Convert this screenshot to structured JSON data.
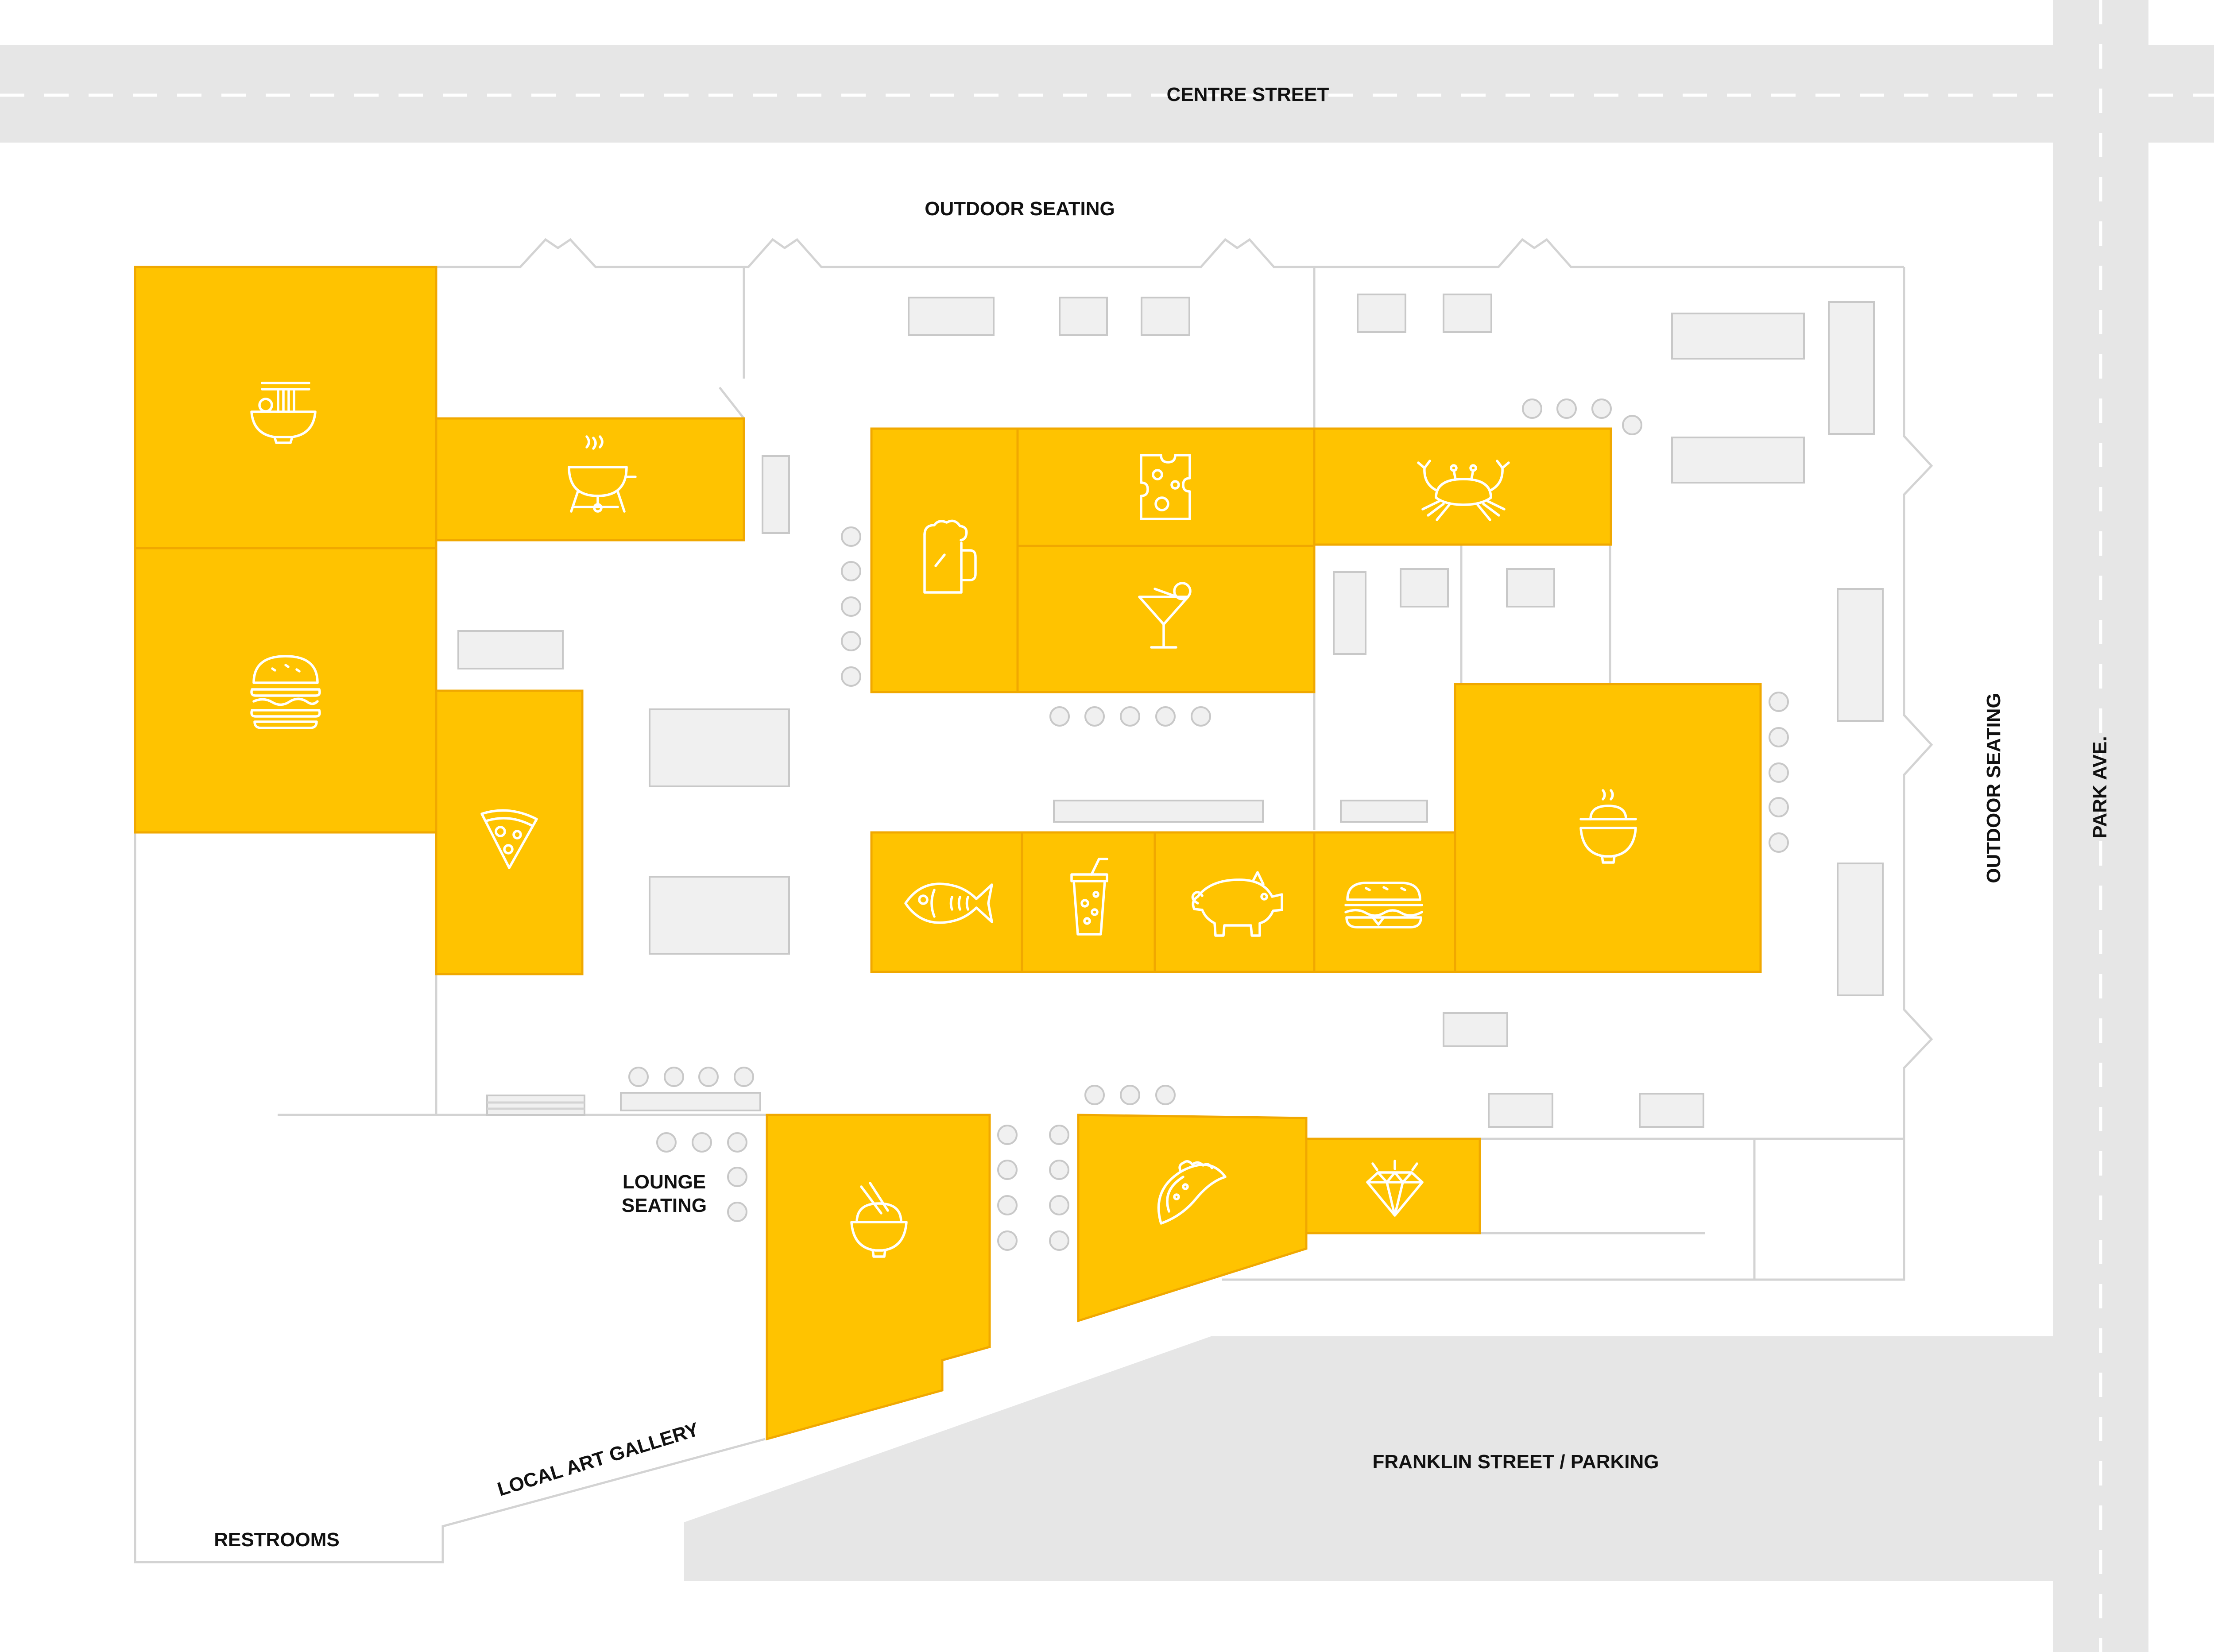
{
  "labels": {
    "centre_street": "CENTRE STREET",
    "outdoor_seating_top": "OUTDOOR SEATING",
    "outdoor_seating_right": "OUTDOOR SEATING",
    "park_ave": "PARK AVE.",
    "lounge_line1": "LOUNGE",
    "lounge_line2": "SEATING",
    "local_art_gallery": "LOCAL ART GALLERY",
    "restrooms": "RESTROOMS",
    "franklin_street": "FRANKLIN STREET / PARKING"
  },
  "colors": {
    "stall_fill": "#ffc300",
    "stall_border": "#f0a800",
    "road": "#e6e6e6",
    "wall": "#d3d3d3",
    "furniture": "#f0f0f0"
  },
  "stalls": [
    {
      "id": "ramen",
      "icon": "ramen-bowl-icon"
    },
    {
      "id": "bbq",
      "icon": "grill-icon"
    },
    {
      "id": "burger",
      "icon": "burger-icon"
    },
    {
      "id": "pizza",
      "icon": "pizza-slice-icon"
    },
    {
      "id": "beer",
      "icon": "beer-mug-icon"
    },
    {
      "id": "cheese",
      "icon": "cheese-icon"
    },
    {
      "id": "crab",
      "icon": "crab-icon"
    },
    {
      "id": "cocktail",
      "icon": "cocktail-icon"
    },
    {
      "id": "fish",
      "icon": "fish-icon"
    },
    {
      "id": "drink",
      "icon": "soda-cup-icon"
    },
    {
      "id": "pork",
      "icon": "pig-icon"
    },
    {
      "id": "sandwich",
      "icon": "sandwich-icon"
    },
    {
      "id": "hotbowl",
      "icon": "steaming-bowl-icon"
    },
    {
      "id": "rice",
      "icon": "rice-bowl-chopsticks-icon"
    },
    {
      "id": "taco",
      "icon": "taco-icon"
    },
    {
      "id": "jewelry",
      "icon": "diamond-icon"
    }
  ]
}
